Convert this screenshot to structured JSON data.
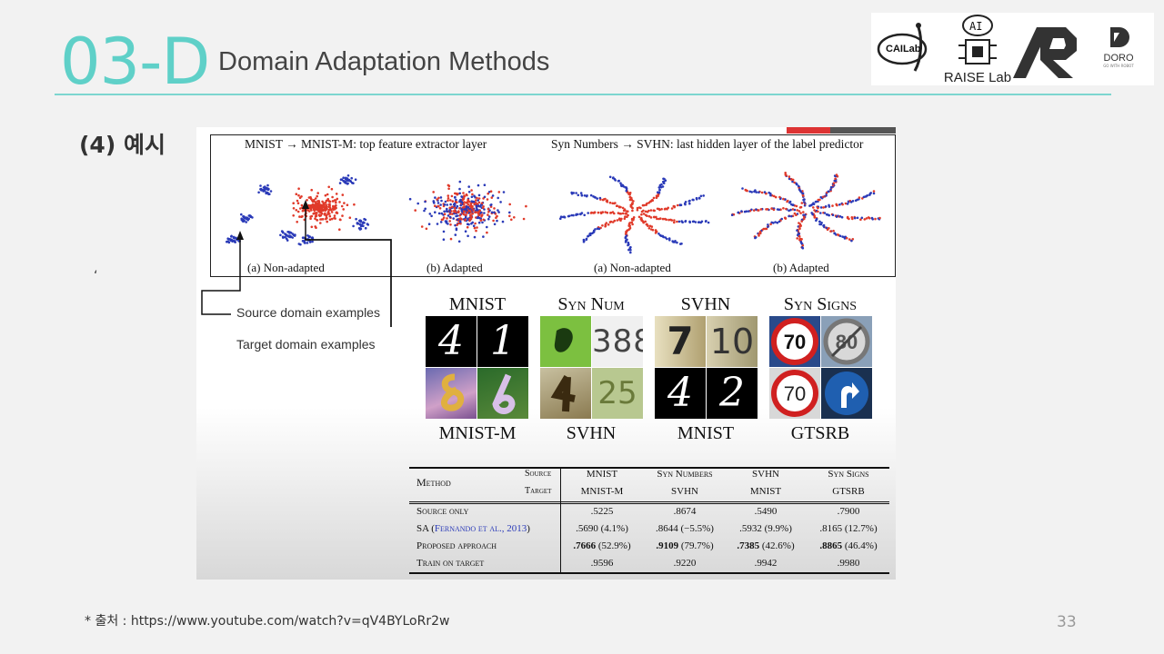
{
  "header": {
    "section_number": "03-D",
    "title": "Domain Adaptation Methods"
  },
  "logos": {
    "cailab": "CAILab",
    "raise_top": "AI",
    "raise_label": "RAISE Lab",
    "doro": "DORO",
    "doro_sub": "GO WITH ROBOT"
  },
  "subtitle": "(4) 예시",
  "stray_mark": "‘",
  "figure": {
    "tsne_left_title": "MNIST → MNIST-M: top feature extractor layer",
    "tsne_right_title": "Syn Numbers → SVHN: last hidden layer of the label predictor",
    "captions": [
      "(a) Non-adapted",
      "(b) Adapted",
      "(a) Non-adapted",
      "(b) Adapted"
    ],
    "legend_source": "Source domain examples",
    "legend_target": "Target domain examples",
    "source_color": "#2a3ab8",
    "target_color": "#e03a2a",
    "datasets_top": [
      "MNIST",
      "Syn Num",
      "SVHN",
      "Syn Signs"
    ],
    "datasets_bottom": [
      "MNIST-M",
      "SVHN",
      "MNIST",
      "GTSRB"
    ],
    "thumb_digits": {
      "mnist_a": "4",
      "mnist_b": "1",
      "syn_a": "388",
      "svhn_a": "7",
      "svhn_b": "10",
      "svhn_c": "25",
      "mnist2_a": "4",
      "mnist2_b": "2",
      "sign_a": "70",
      "sign_b": "80",
      "sign_c": "70"
    }
  },
  "table": {
    "header": {
      "method": "Method",
      "source": "Source",
      "target": "Target",
      "cols_source": [
        "MNIST",
        "Syn Numbers",
        "SVHN",
        "Syn Signs"
      ],
      "cols_target": [
        "MNIST-M",
        "SVHN",
        "MNIST",
        "GTSRB"
      ]
    },
    "rows": [
      {
        "name": "Source only",
        "values": [
          ".5225",
          ".8674",
          ".5490",
          ".7900"
        ]
      },
      {
        "name_prefix": "SA (",
        "name_cite": "Fernando et al., 2013",
        "name_suffix": ")",
        "values": [
          ".5690 (4.1%)",
          ".8644 (−5.5%)",
          ".5932 (9.9%)",
          ".8165 (12.7%)"
        ]
      },
      {
        "name": "Proposed approach",
        "values_bold": [
          ".7666",
          ".9109",
          ".7385",
          ".8865"
        ],
        "values_pct": [
          " (52.9%)",
          " (79.7%)",
          " (42.6%)",
          " (46.4%)"
        ]
      },
      {
        "name": "Train on target",
        "values": [
          ".9596",
          ".9220",
          ".9942",
          ".9980"
        ]
      }
    ]
  },
  "footnote": "* 출처 : https://www.youtube.com/watch?v=qV4BYLoRr2w",
  "page_number": "33"
}
